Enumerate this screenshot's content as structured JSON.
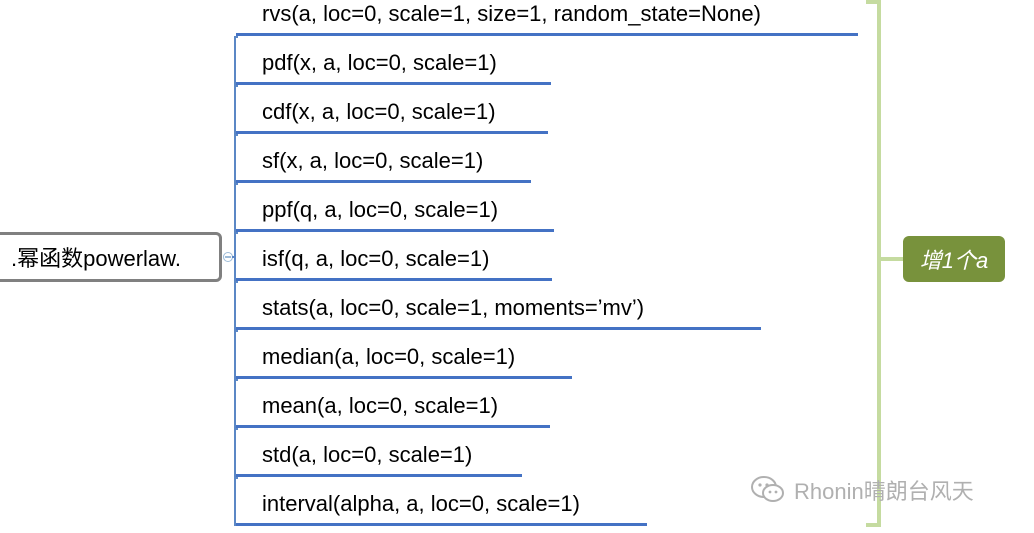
{
  "root": {
    "label": ".幂函数powerlaw."
  },
  "branches": [
    {
      "label": "rvs(a, loc=0, scale=1, size=1, random_state=None)"
    },
    {
      "label": "pdf(x, a, loc=0, scale=1)"
    },
    {
      "label": "cdf(x, a, loc=0, scale=1)"
    },
    {
      "label": "sf(x, a, loc=0, scale=1)"
    },
    {
      "label": "ppf(q, a, loc=0, scale=1)"
    },
    {
      "label": "isf(q, a, loc=0, scale=1)"
    },
    {
      "label": "stats(a, loc=0, scale=1, moments=’mv’)"
    },
    {
      "label": "median(a, loc=0, scale=1)"
    },
    {
      "label": "mean(a, loc=0, scale=1)"
    },
    {
      "label": "std(a, loc=0, scale=1)"
    },
    {
      "label": "interval(alpha, a, loc=0, scale=1)"
    }
  ],
  "summary": {
    "label": "增1个a"
  },
  "watermark": {
    "text": "Rhonin晴朗台风天",
    "icon": "wechat-icon"
  },
  "colors": {
    "branch_line": "#4472c4",
    "summary_bg": "#78923c",
    "brace": "#c5dba0",
    "root_border": "#808080"
  }
}
